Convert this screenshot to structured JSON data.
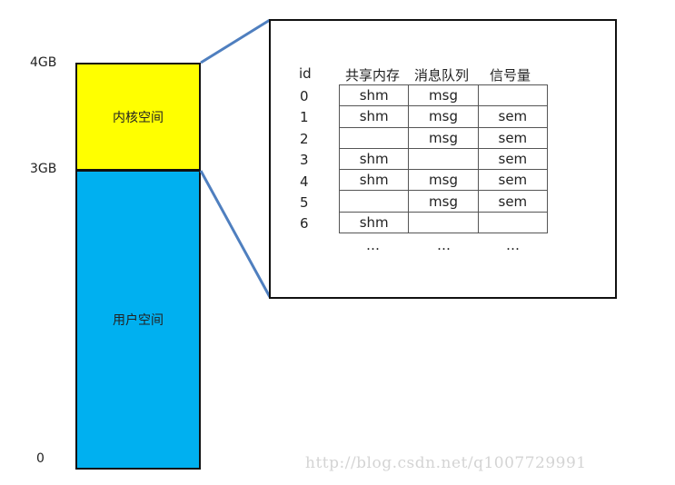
{
  "memory": {
    "addresses": {
      "top": "4GB",
      "split": "3GB",
      "bottom": "0"
    },
    "kernel_label": "内核空间",
    "user_label": "用户空间",
    "colors": {
      "kernel": "#ffff00",
      "user": "#00b0f0",
      "connector": "#4f7fbf"
    }
  },
  "table": {
    "headers": {
      "id": "id",
      "shm": "共享内存",
      "msg": "消息队列",
      "sem": "信号量"
    },
    "rows": [
      {
        "id": "0",
        "shm": "shm",
        "msg": "msg",
        "sem": ""
      },
      {
        "id": "1",
        "shm": "shm",
        "msg": "msg",
        "sem": "sem"
      },
      {
        "id": "2",
        "shm": "",
        "msg": "msg",
        "sem": "sem"
      },
      {
        "id": "3",
        "shm": "shm",
        "msg": "",
        "sem": "sem"
      },
      {
        "id": "4",
        "shm": "shm",
        "msg": "msg",
        "sem": "sem"
      },
      {
        "id": "5",
        "shm": "",
        "msg": "msg",
        "sem": "sem"
      },
      {
        "id": "6",
        "shm": "shm",
        "msg": "",
        "sem": ""
      }
    ],
    "ellipsis": "…"
  },
  "watermark": "http://blog.csdn.net/q1007729991"
}
